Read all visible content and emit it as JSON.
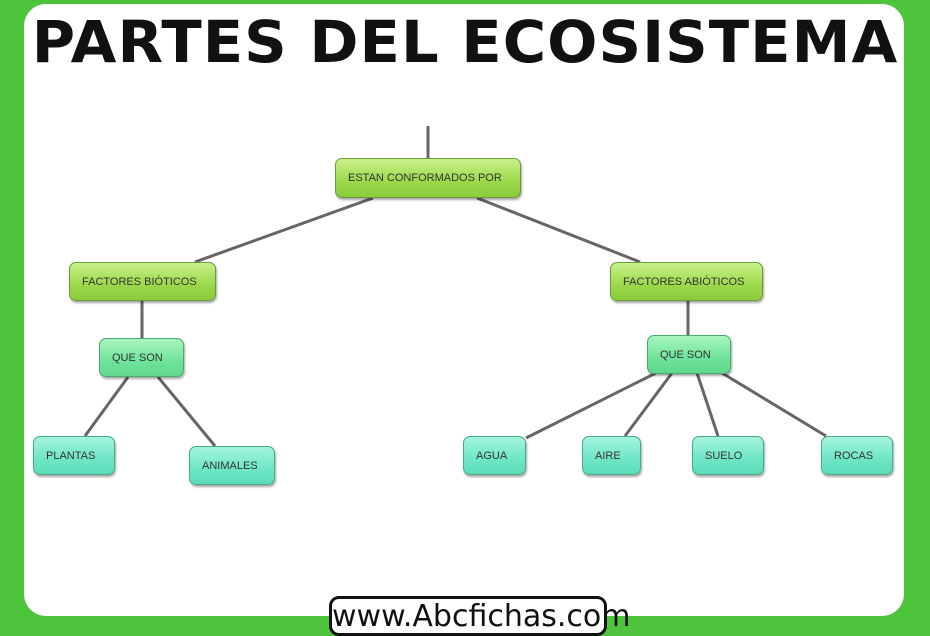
{
  "title": "PARTES DEL ECOSISTEMA",
  "nodes": {
    "root": "ESTAN CONFORMADOS POR",
    "bioticos": "FACTORES BIÓTICOS",
    "abioticos": "FACTORES ABIÓTICOS",
    "que_son_left": "QUE SON",
    "que_son_right": "QUE SON",
    "plantas": "PLANTAS",
    "animales": "ANIMALES",
    "agua": "AGUA",
    "aire": "AIRE",
    "suelo": "SUELO",
    "rocas": "ROCAS"
  },
  "footer": "www.Abcfichas.com",
  "colors": {
    "border": "#4dc43b",
    "lime": "#9bd84a",
    "mint": "#6fe39a",
    "teal": "#6ee6c6"
  }
}
